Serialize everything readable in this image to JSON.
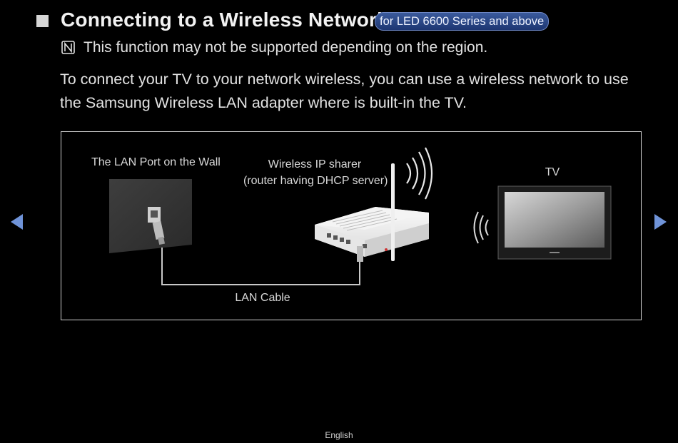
{
  "header": {
    "title": "Connecting to a Wireless Network",
    "badge": "for LED 6600 Series and above"
  },
  "note": {
    "icon": "note-icon",
    "text": "This function may not be supported depending on the region."
  },
  "body_text": "To connect your TV to your network wireless, you can use a wireless network to use the Samsung Wireless LAN adapter where is built-in the TV.",
  "diagram": {
    "wall_port_label": "The LAN Port on the Wall",
    "router_label_line1": "Wireless IP sharer",
    "router_label_line2": "(router having DHCP server)",
    "tv_label": "TV",
    "cable_label": "LAN Cable"
  },
  "navigation": {
    "prev_icon": "arrow-left-icon",
    "next_icon": "arrow-right-icon",
    "accent_color": "#6f93d8"
  },
  "footer": {
    "language": "English"
  }
}
